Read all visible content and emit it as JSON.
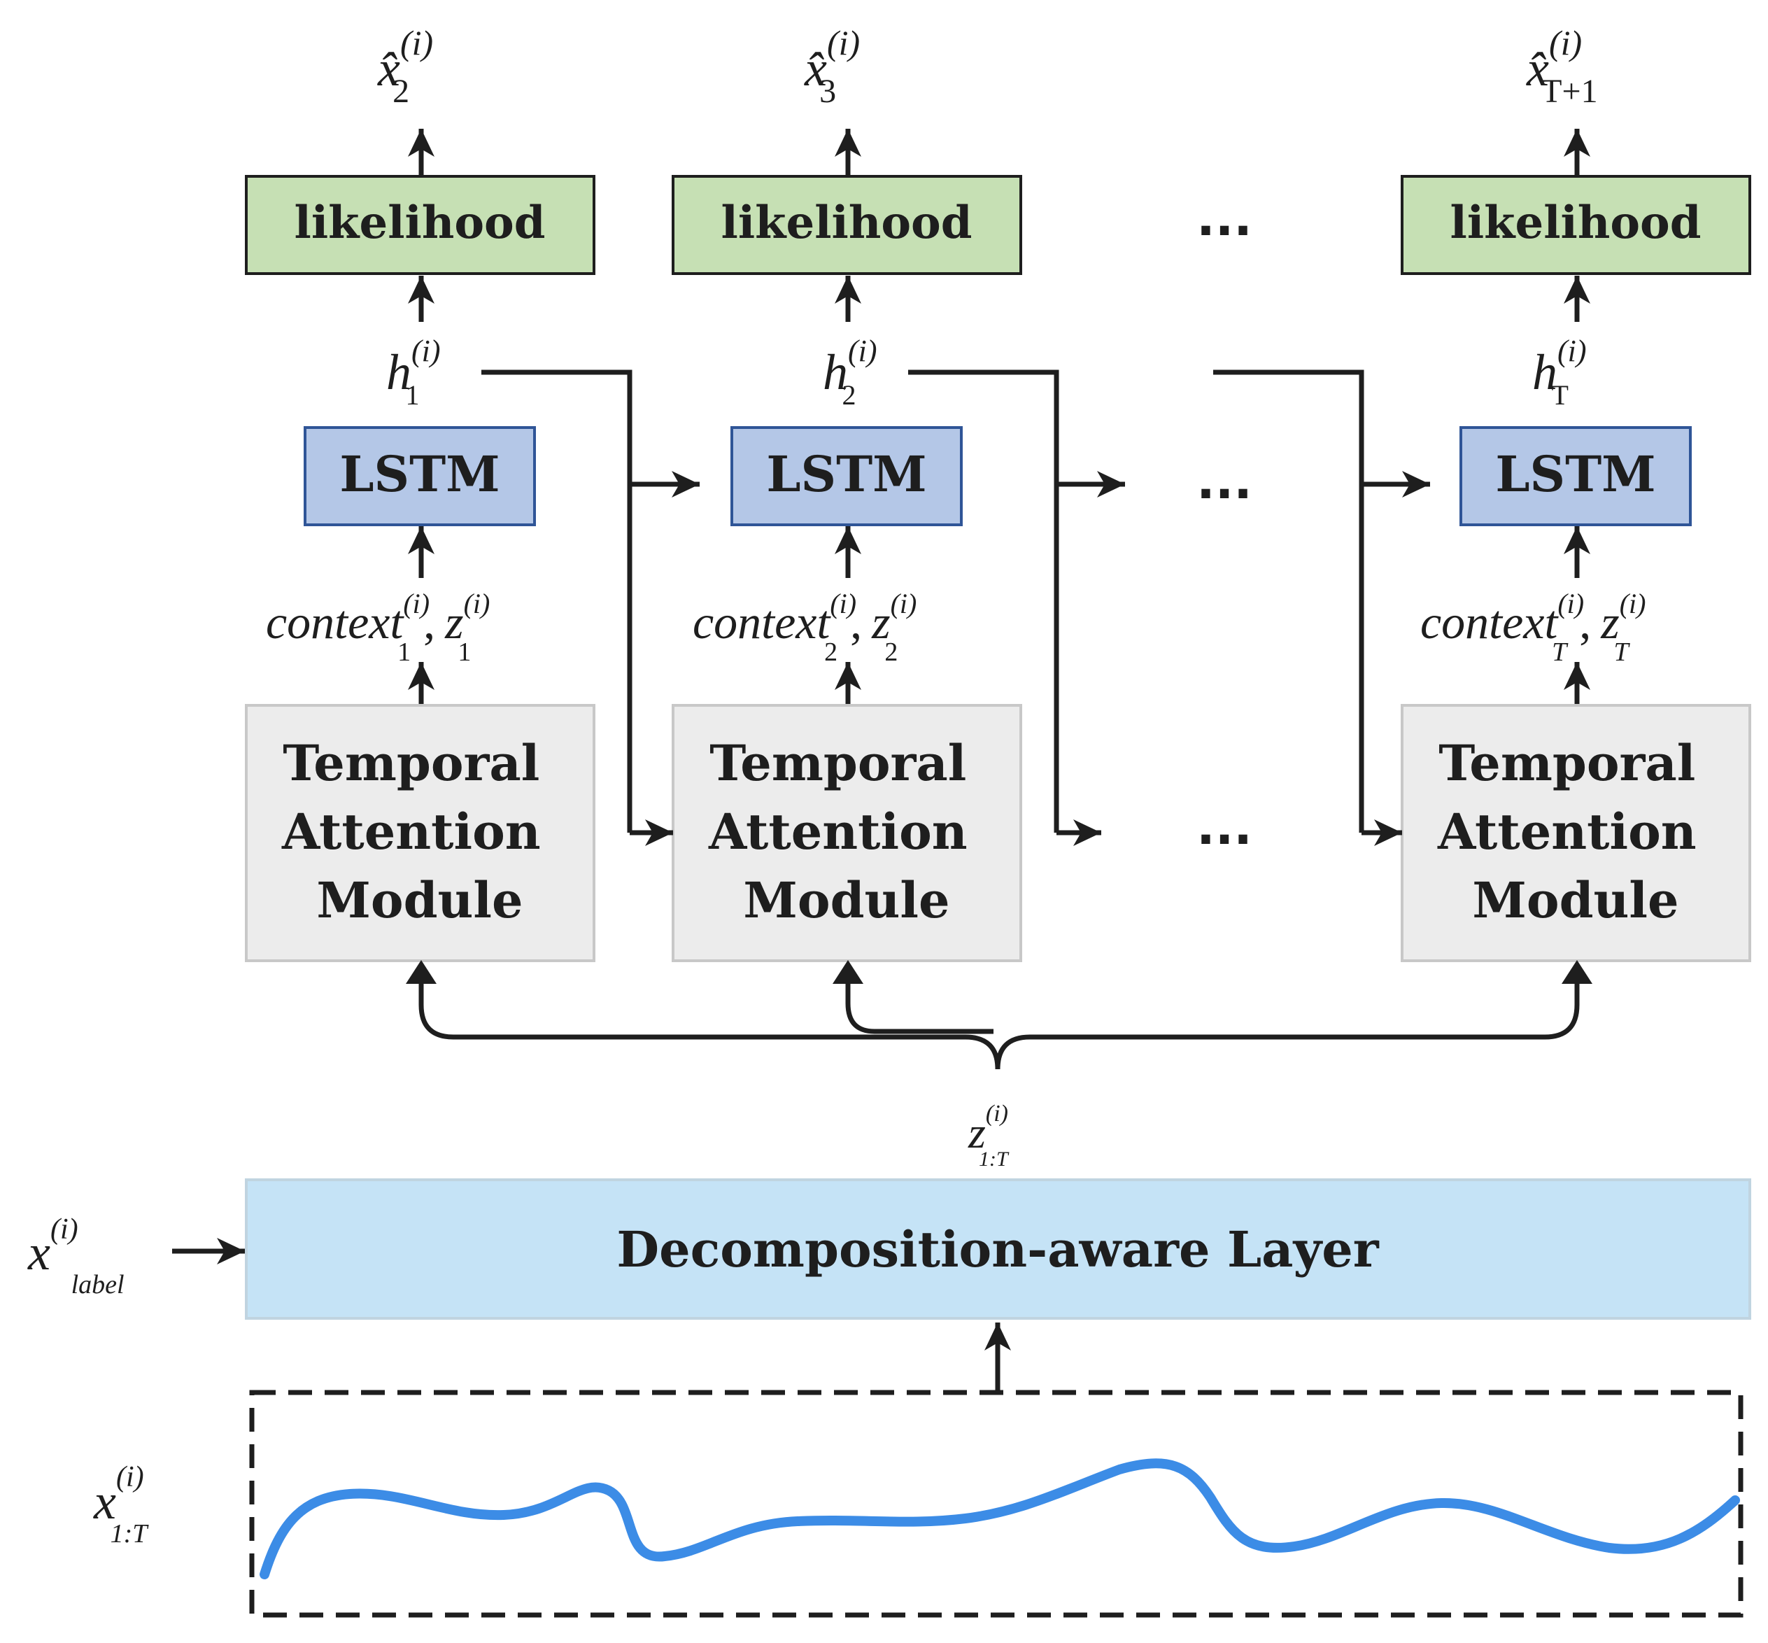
{
  "blocks": {
    "likelihood_label": "likelihood",
    "lstm_label": "LSTM",
    "tam_lines": [
      "Temporal",
      "Attention",
      "Module"
    ],
    "decomposition_label": "Decomposition-aware Layer",
    "ellipsis": "..."
  },
  "outputs": [
    {
      "base": "x̂",
      "sup": "(i)",
      "sub": "2"
    },
    {
      "base": "x̂",
      "sup": "(i)",
      "sub": "3"
    },
    {
      "base": "x̂",
      "sup": "(i)",
      "sub": "T+1"
    }
  ],
  "hidden": [
    {
      "base": "h",
      "sup": "(i)",
      "sub": "1"
    },
    {
      "base": "h",
      "sup": "(i)",
      "sub": "2"
    },
    {
      "base": "h",
      "sup": "(i)",
      "sub": "T"
    }
  ],
  "contexts": [
    {
      "context": "context",
      "sup": "(i)",
      "sub": "1",
      "sep": ",",
      "z": "z",
      "zsup": "(i)",
      "zsub": "1"
    },
    {
      "context": "context",
      "sup": "(i)",
      "sub": "2",
      "sep": ",",
      "z": "z",
      "zsup": "(i)",
      "zsub": "2"
    },
    {
      "context": "context",
      "sup": "(i)",
      "sub": "T",
      "sep": ",",
      "z": "z",
      "zsup": "(i)",
      "zsub": "T"
    }
  ],
  "latent": {
    "base": "z",
    "sup": "(i)",
    "sub": "1:T"
  },
  "label_input": {
    "base": "x",
    "sup": "(i)",
    "sub": "label"
  },
  "series_input": {
    "base": "x",
    "sup": "(i)",
    "sub": "1:T"
  },
  "colors": {
    "likelihood_fill": "#c6e0b4",
    "lstm_fill": "#b4c7e7",
    "lstm_stroke": "#2f5597",
    "tam_fill": "#ececec",
    "tam_stroke": "#c8c8c8",
    "decomp_fill": "#c5e3f6",
    "decomp_stroke": "#c0d4e0",
    "series_line": "#3c8ce6",
    "ink": "#1e1e1e"
  }
}
